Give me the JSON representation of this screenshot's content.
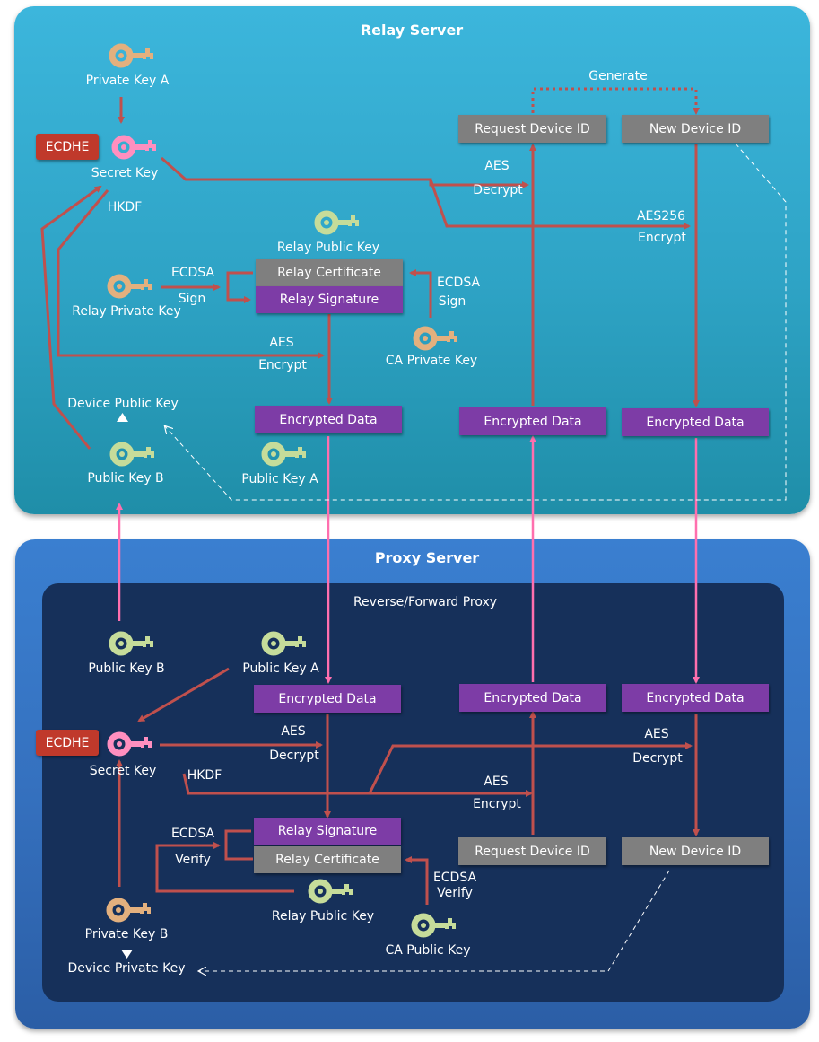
{
  "relay": {
    "title": "Relay Server",
    "private_key_a": "Private Key A",
    "ecdhe": "ECDHE",
    "secret_key": "Secret Key",
    "hkdf": "HKDF",
    "relay_public_key": "Relay Public Key",
    "relay_private_key": "Relay Private Key",
    "ecdsa_left": "ECDSA",
    "sign_left": "Sign",
    "relay_certificate": "Relay Certificate",
    "relay_signature": "Relay Signature",
    "ecdsa_right": "ECDSA",
    "sign_right": "Sign",
    "ca_private_key": "CA Private Key",
    "aes_encrypt_1": "AES",
    "aes_encrypt_2": "Encrypt",
    "device_public_key": "Device Public Key",
    "public_key_b": "Public Key B",
    "public_key_a": "Public Key A",
    "encrypted_data_1": "Encrypted Data",
    "encrypted_data_2": "Encrypted Data",
    "encrypted_data_3": "Encrypted Data",
    "generate": "Generate",
    "request_device_id": "Request Device ID",
    "new_device_id": "New Device ID",
    "aes_decrypt_1": "AES",
    "aes_decrypt_2": "Decrypt",
    "aes256_1": "AES256",
    "aes256_2": "Encrypt"
  },
  "proxy": {
    "title": "Proxy Server",
    "subtitle": "Reverse/Forward Proxy",
    "public_key_b": "Public Key B",
    "public_key_a": "Public Key A",
    "encrypted_data_1": "Encrypted Data",
    "encrypted_data_2": "Encrypted Data",
    "encrypted_data_3": "Encrypted Data",
    "ecdhe": "ECDHE",
    "secret_key": "Secret Key",
    "hkdf": "HKDF",
    "aes_decrypt_1": "AES",
    "aes_decrypt_2": "Decrypt",
    "aes_encrypt_1": "AES",
    "aes_encrypt_2": "Encrypt",
    "aes_decrypt_r1": "AES",
    "aes_decrypt_r2": "Decrypt",
    "ecdsa_left": "ECDSA",
    "verify_left": "Verify",
    "relay_signature": "Relay Signature",
    "relay_certificate": "Relay Certificate",
    "ecdsa_right": "ECDSA",
    "verify_right": "Verify",
    "request_device_id": "Request Device ID",
    "new_device_id": "New Device ID",
    "private_key_b": "Private Key B",
    "device_private_key": "Device Private Key",
    "relay_public_key": "Relay Public Key",
    "ca_public_key": "CA Public Key"
  },
  "colors": {
    "arrow_red": "#c0504d",
    "arrow_pink": "#ff6fae",
    "key_tan": "#e3b07e",
    "key_pink": "#ff8fbf",
    "key_green": "#c6dc9a",
    "box_gray": "#7f7f7f",
    "box_purple": "#7d3ca6",
    "ecdhe_red": "#c0392b"
  },
  "icons": [
    "key-icon",
    "triangle-icon"
  ]
}
